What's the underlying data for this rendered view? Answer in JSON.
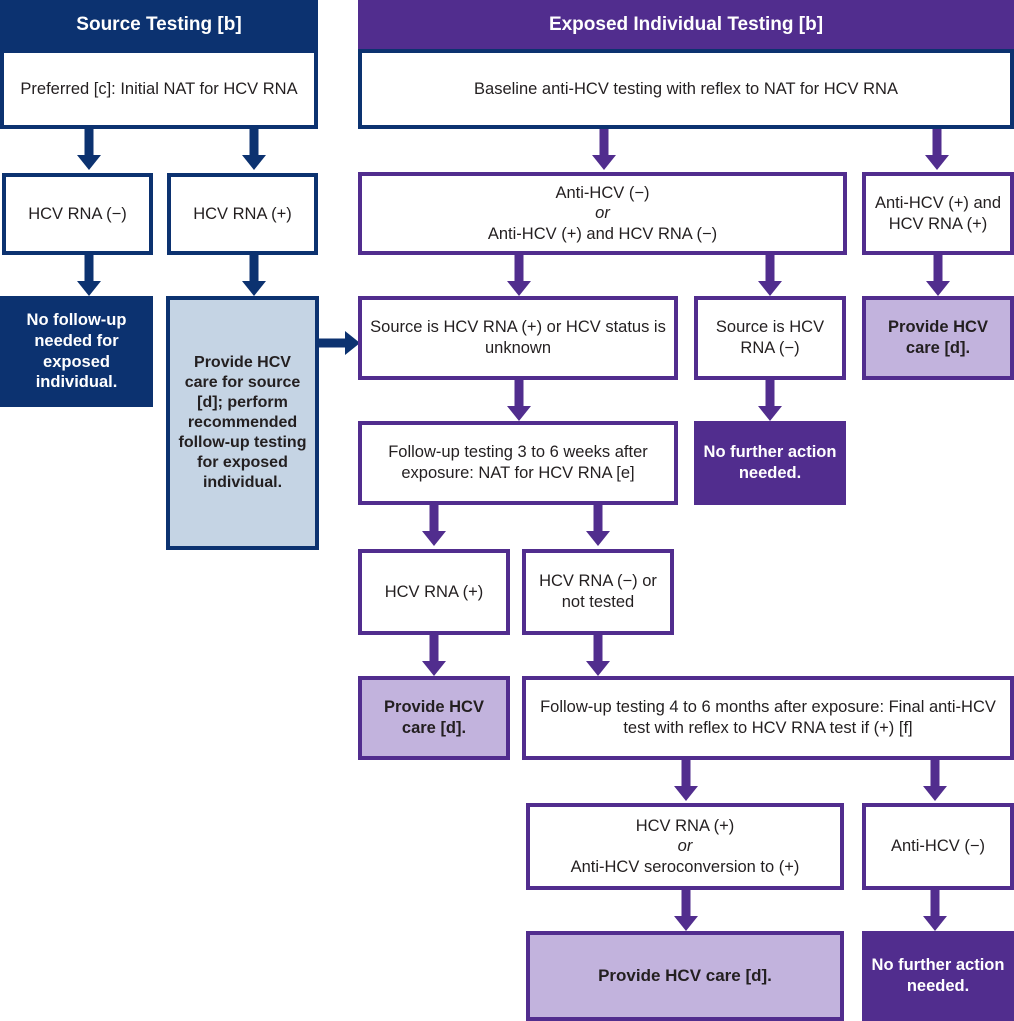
{
  "title": "HCV post-exposure testing algorithm",
  "colors": {
    "navy": "#0c3270",
    "purple": "#512d8e",
    "light_blue": "#c5d4e4",
    "light_purple": "#c2b3dd",
    "white": "#ffffff",
    "text": "#231f20"
  },
  "source_column": {
    "header": "Source Testing [b]",
    "n_initial": "Preferred [c]: Initial NAT for HCV RNA",
    "n_rna_neg": "HCV RNA (−)",
    "n_rna_pos": "HCV RNA (+)",
    "n_no_followup": "No follow-up needed for exposed individual.",
    "n_provide_source": "Provide HCV care for source [d]; perform recommended follow-up testing for exposed individual."
  },
  "exposed_column": {
    "header": "Exposed Individual Testing [b]",
    "n_baseline": "Baseline anti-HCV testing with reflex to NAT for HCV RNA",
    "n_antihcv_neg_line1": "Anti-HCV (−)",
    "n_antihcv_neg_or": "or",
    "n_antihcv_neg_line3": "Anti-HCV (+) and HCV RNA (−)",
    "n_antihcv_pos": "Anti-HCV (+) and HCV RNA (+)",
    "n_provide_care_right": "Provide HCV care [d].",
    "n_source_pos_unknown": "Source is HCV RNA (+) or HCV status is unknown",
    "n_source_neg": "Source is HCV RNA (−)",
    "n_no_action_mid": "No further action needed.",
    "n_followup_3to6w": "Follow-up testing 3 to 6 weeks after exposure: NAT for HCV RNA [e]",
    "n_rna_pos": "HCV RNA (+)",
    "n_rna_neg_or_not_tested": "HCV RNA (−) or not tested",
    "n_provide_care_left": "Provide HCV care [d].",
    "n_followup_4to6m": "Follow-up testing 4 to 6 months after exposure: Final anti-HCV test with reflex to HCV RNA test if (+) [f]",
    "n_final_pos_line1": "HCV RNA (+)",
    "n_final_pos_or": "or",
    "n_final_pos_line3": "Anti-HCV seroconversion to (+)",
    "n_final_antihcv_neg": "Anti-HCV (−)",
    "n_provide_care_final": "Provide HCV care [d].",
    "n_no_action_final": "No further action needed."
  }
}
